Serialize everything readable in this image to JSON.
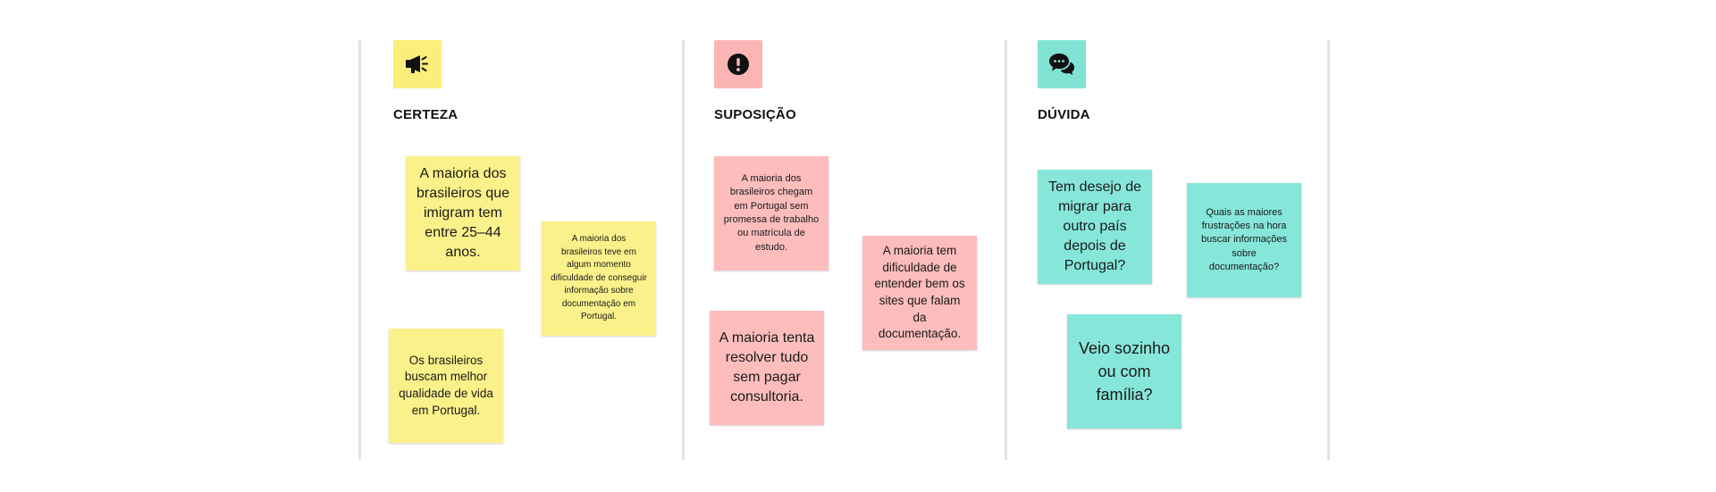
{
  "colors": {
    "yellow": "#fbf18a",
    "pink": "#fdbdbd",
    "teal": "#86e6d9",
    "divider": "#e2e2e2",
    "icon_yellow_bg": "#fbee7a",
    "icon_pink_bg": "#fcb5b5",
    "icon_teal_bg": "#80e3d4"
  },
  "columns": [
    {
      "title": "CERTEZA",
      "icon": "megaphone-icon",
      "notes": [
        "A maioria dos brasileiros que imigram tem entre 25–44 anos.",
        "A maioria dos brasileiros teve em algum momento dificuldade de conseguir informação sobre documentação em Portugal.",
        "Os brasileiros buscam melhor qualidade de vida em Portugal."
      ]
    },
    {
      "title": "SUPOSIÇÃO",
      "icon": "exclamation-icon",
      "notes": [
        "A maioria dos brasileiros chegam em Portugal sem promessa de trabalho ou matrícula de estudo.",
        "A maioria tem dificuldade de entender bem os sites que falam da documentação.",
        "A maioria tenta resolver tudo sem pagar consultoria."
      ]
    },
    {
      "title": "DÚVIDA",
      "icon": "chat-bubbles-icon",
      "notes": [
        "Tem desejo de migrar para outro país depois de Portugal?",
        "Quais as maiores frustrações na hora buscar informações sobre documentação?",
        "Veio sozinho ou com família?"
      ]
    }
  ]
}
